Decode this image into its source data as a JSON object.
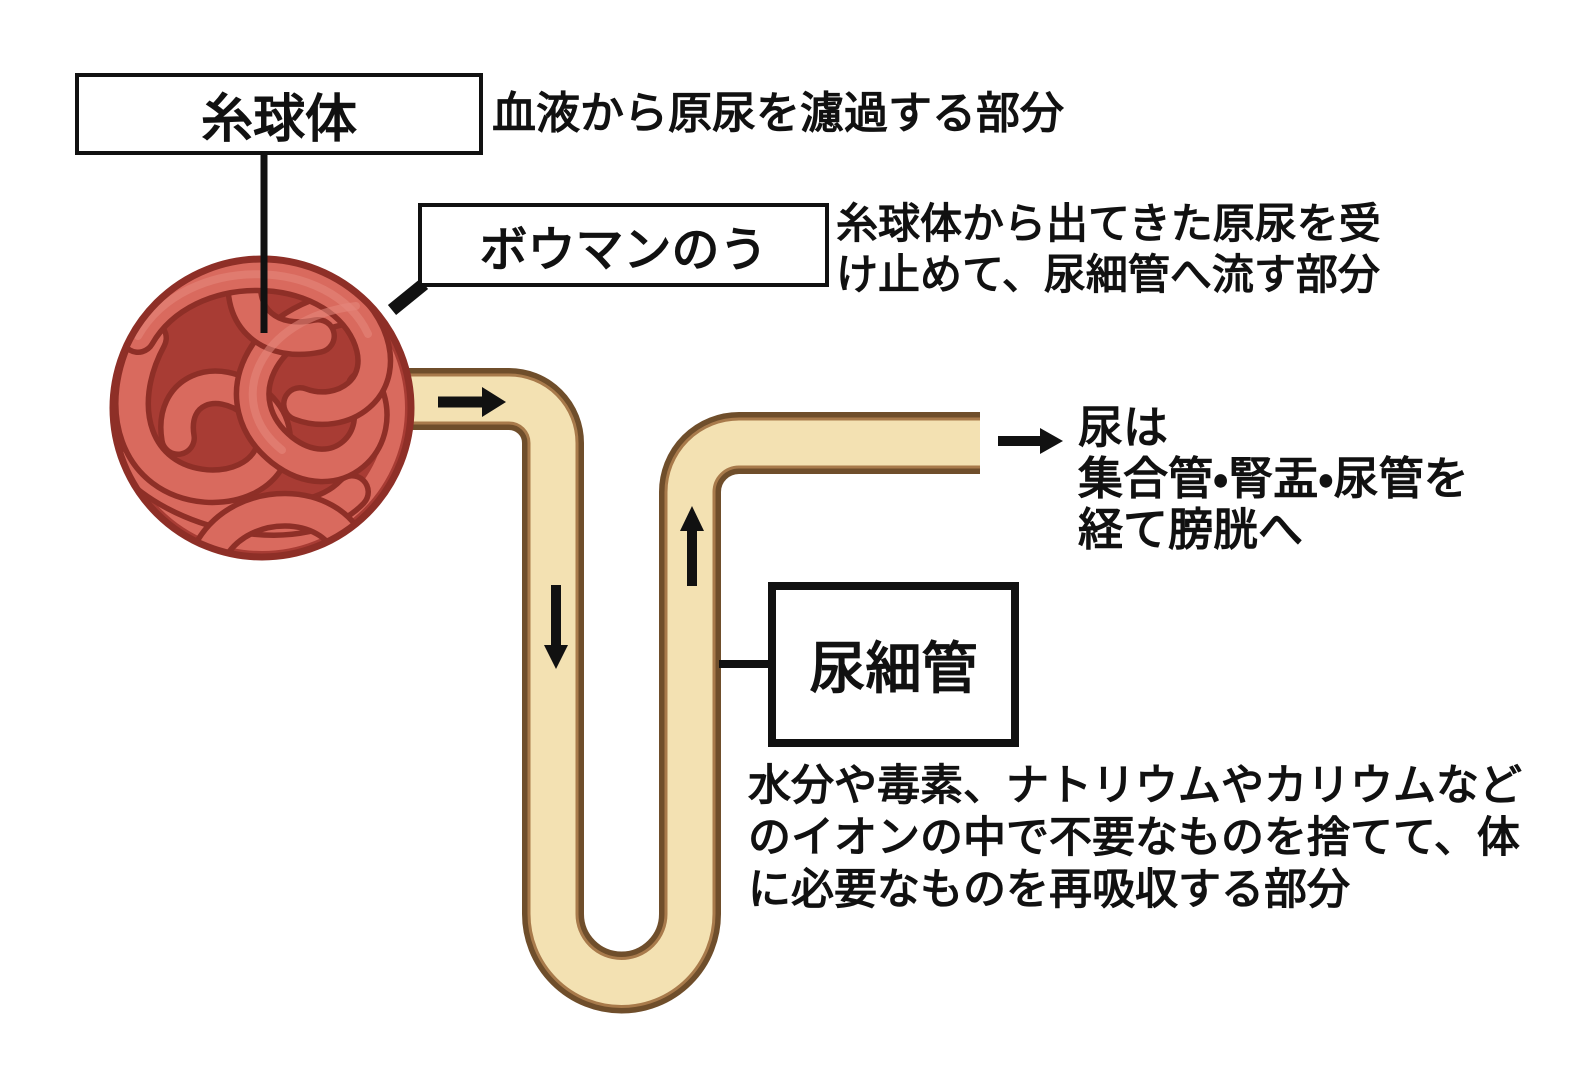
{
  "labels": {
    "glomerulus": "糸球体",
    "bowman": "ボウマンのう",
    "tubule": "尿細管"
  },
  "descriptions": {
    "glomerulus": "血液から原尿を濾過する部分",
    "bowman": [
      "糸球体から出てきた原尿を受",
      "け止めて、尿細管へ流す部分"
    ],
    "urine": [
      "尿は",
      "集合管・腎盂・尿管を",
      "経て膀胱へ"
    ],
    "tubule": [
      "水分や毒素、ナトリウムやカリウムなど",
      "のイオンの中で不要なものを捨てて、体",
      "に必要なものを再吸収する部分"
    ]
  },
  "icons": {
    "flow_arrow_out": "right-arrow",
    "flow_arrow_down": "down-arrow",
    "flow_arrow_up": "up-arrow",
    "flow_arrow_urine": "right-arrow"
  },
  "colors": {
    "glomerulus_fill": "#a83c34",
    "glomerulus_tube": "#d96a5e",
    "glomerulus_outline": "#8e2f27",
    "tube_fill": "#f3e1b2",
    "tube_border": "#6f4e2b",
    "tube_border_inner": "#a87a4b",
    "line": "#111111",
    "background": "#ffffff"
  }
}
